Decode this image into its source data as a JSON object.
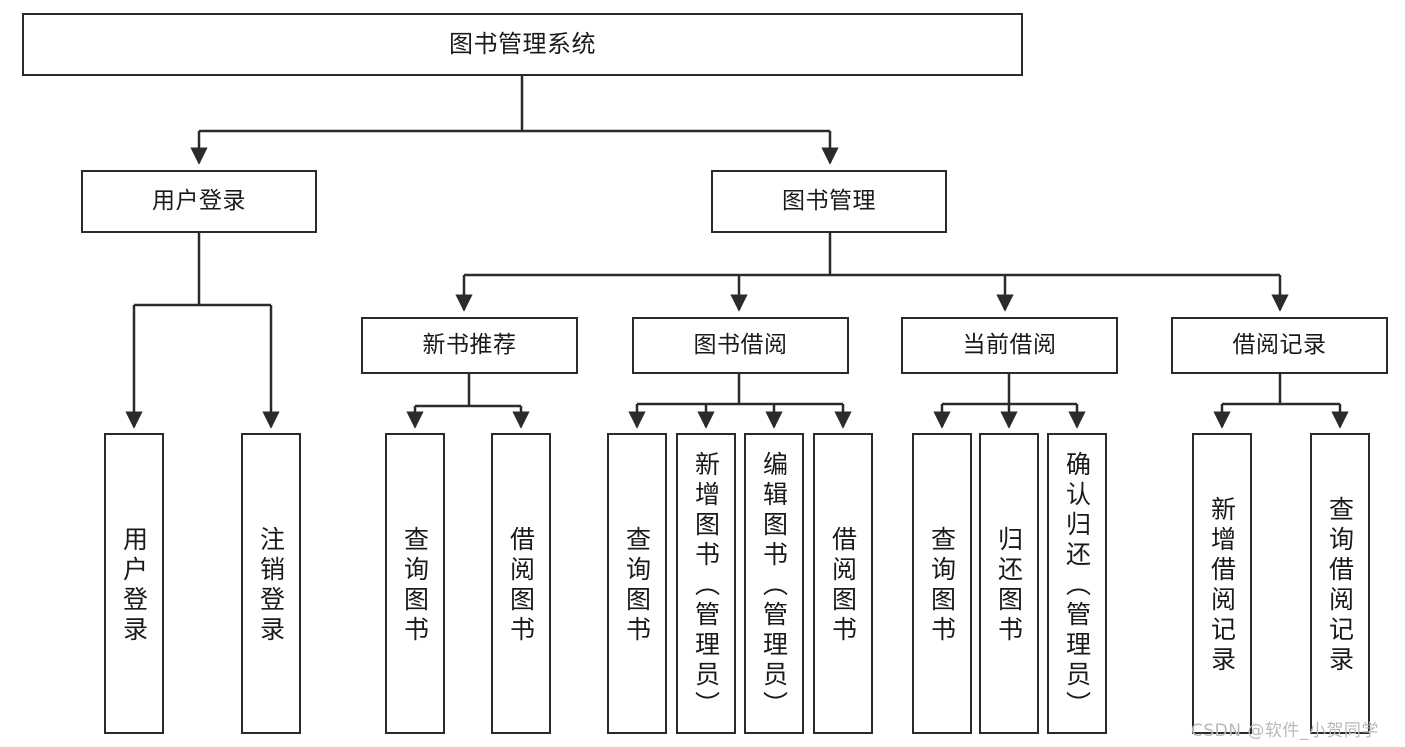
{
  "diagram": {
    "title": "图书管理系统",
    "type": "hierarchy-tree",
    "levels": 4,
    "watermark": "CSDN @软件_小贺同学",
    "colors": {
      "box_border": "#2b2b2b",
      "box_fill": "#ffffff",
      "connector": "#2b2b2b",
      "text": "#1a1a1a",
      "watermark": "#b9b9b9"
    },
    "root": {
      "label": "图书管理系统"
    },
    "level2": [
      {
        "label": "用户登录"
      },
      {
        "label": "图书管理"
      }
    ],
    "level3": [
      {
        "label": "新书推荐"
      },
      {
        "label": "图书借阅"
      },
      {
        "label": "当前借阅"
      },
      {
        "label": "借阅记录"
      }
    ],
    "leaves": {
      "user_login": [
        {
          "label": "用户登录"
        },
        {
          "label": "注销登录"
        }
      ],
      "new_book_recommend": [
        {
          "label": "查询图书"
        },
        {
          "label": "借阅图书"
        }
      ],
      "book_borrow": [
        {
          "label": "查询图书"
        },
        {
          "label": "新增图书（管理员）"
        },
        {
          "label": "编辑图书（管理员）"
        },
        {
          "label": "借阅图书"
        }
      ],
      "current_borrow": [
        {
          "label": "查询图书"
        },
        {
          "label": "归还图书"
        },
        {
          "label": "确认归还（管理员）"
        }
      ],
      "borrow_record": [
        {
          "label": "新增借阅记录"
        },
        {
          "label": "查询借阅记录"
        }
      ]
    }
  }
}
